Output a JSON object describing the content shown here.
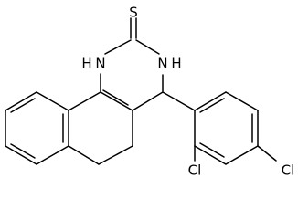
{
  "atoms": {
    "sulfur": "S",
    "nh_left": "H\nN",
    "nh_right": "N\nH",
    "chloro_ortho": "Cl",
    "chloro_para": "Cl"
  },
  "colors": {
    "background": "#ffffff",
    "ink": "#000000"
  }
}
